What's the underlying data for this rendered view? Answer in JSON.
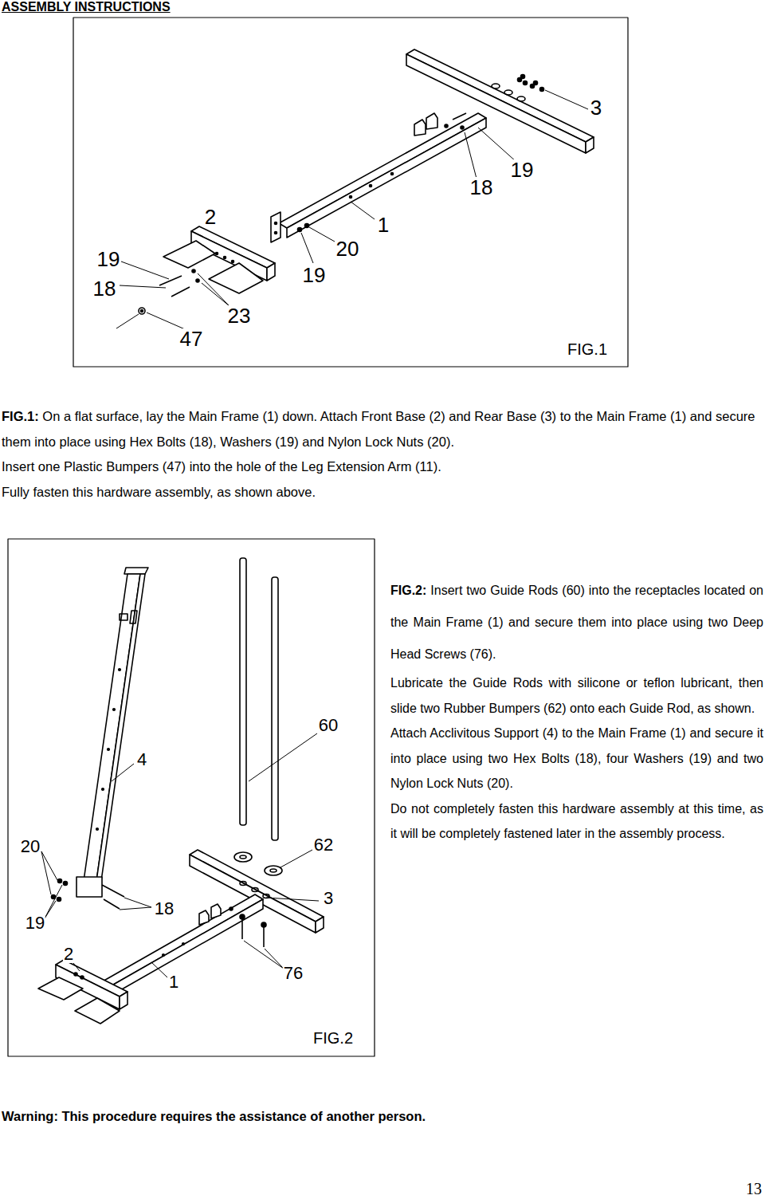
{
  "diagram": {
    "title": "ASSEMBLY INSTRUCTIONS",
    "labels": [
      "3",
      "19",
      "18",
      "2",
      "1",
      "20",
      "19",
      "19",
      "18",
      "23",
      "47",
      "FIG.1",
      "FIG.1:",
      "On a flat surface, lay the Main Frame (1) down. Attach Front Base (2) and Rear Base (3) to the Main Frame (1) and secure them into place using Hex Bolts (18), Washers (19) and Nylon Lock Nuts (20).",
      "Insert one Plastic Bumpers (47) into the hole of the Leg Extension Arm (11).",
      "Fully fasten this hardware assembly, as shown above.",
      "FIG.2:",
      "Insert two Guide Rods (60) into the receptacles located on the Main Frame (1) and secure them into place using two Deep Head Screws (76).",
      "Lubricate the Guide Rods with silicone or teflon lubricant, then slide two Rubber Bumpers (62) onto each Guide Rod, as shown.",
      "Attach Acclivitous Support (4) to the Main Frame (1) and secure it into place using two Hex Bolts (18), four Washers (19) and two Nylon Lock Nuts (20).",
      "Do not completely fasten this hardware assembly at this time, as it will be completely fastened later in the assembly process.",
      "60",
      "4",
      "20",
      "62",
      "19",
      "18",
      "3",
      "2",
      "1",
      "76",
      "FIG.2",
      "Warning: This procedure requires the assistance of another person.",
      "13"
    ]
  }
}
